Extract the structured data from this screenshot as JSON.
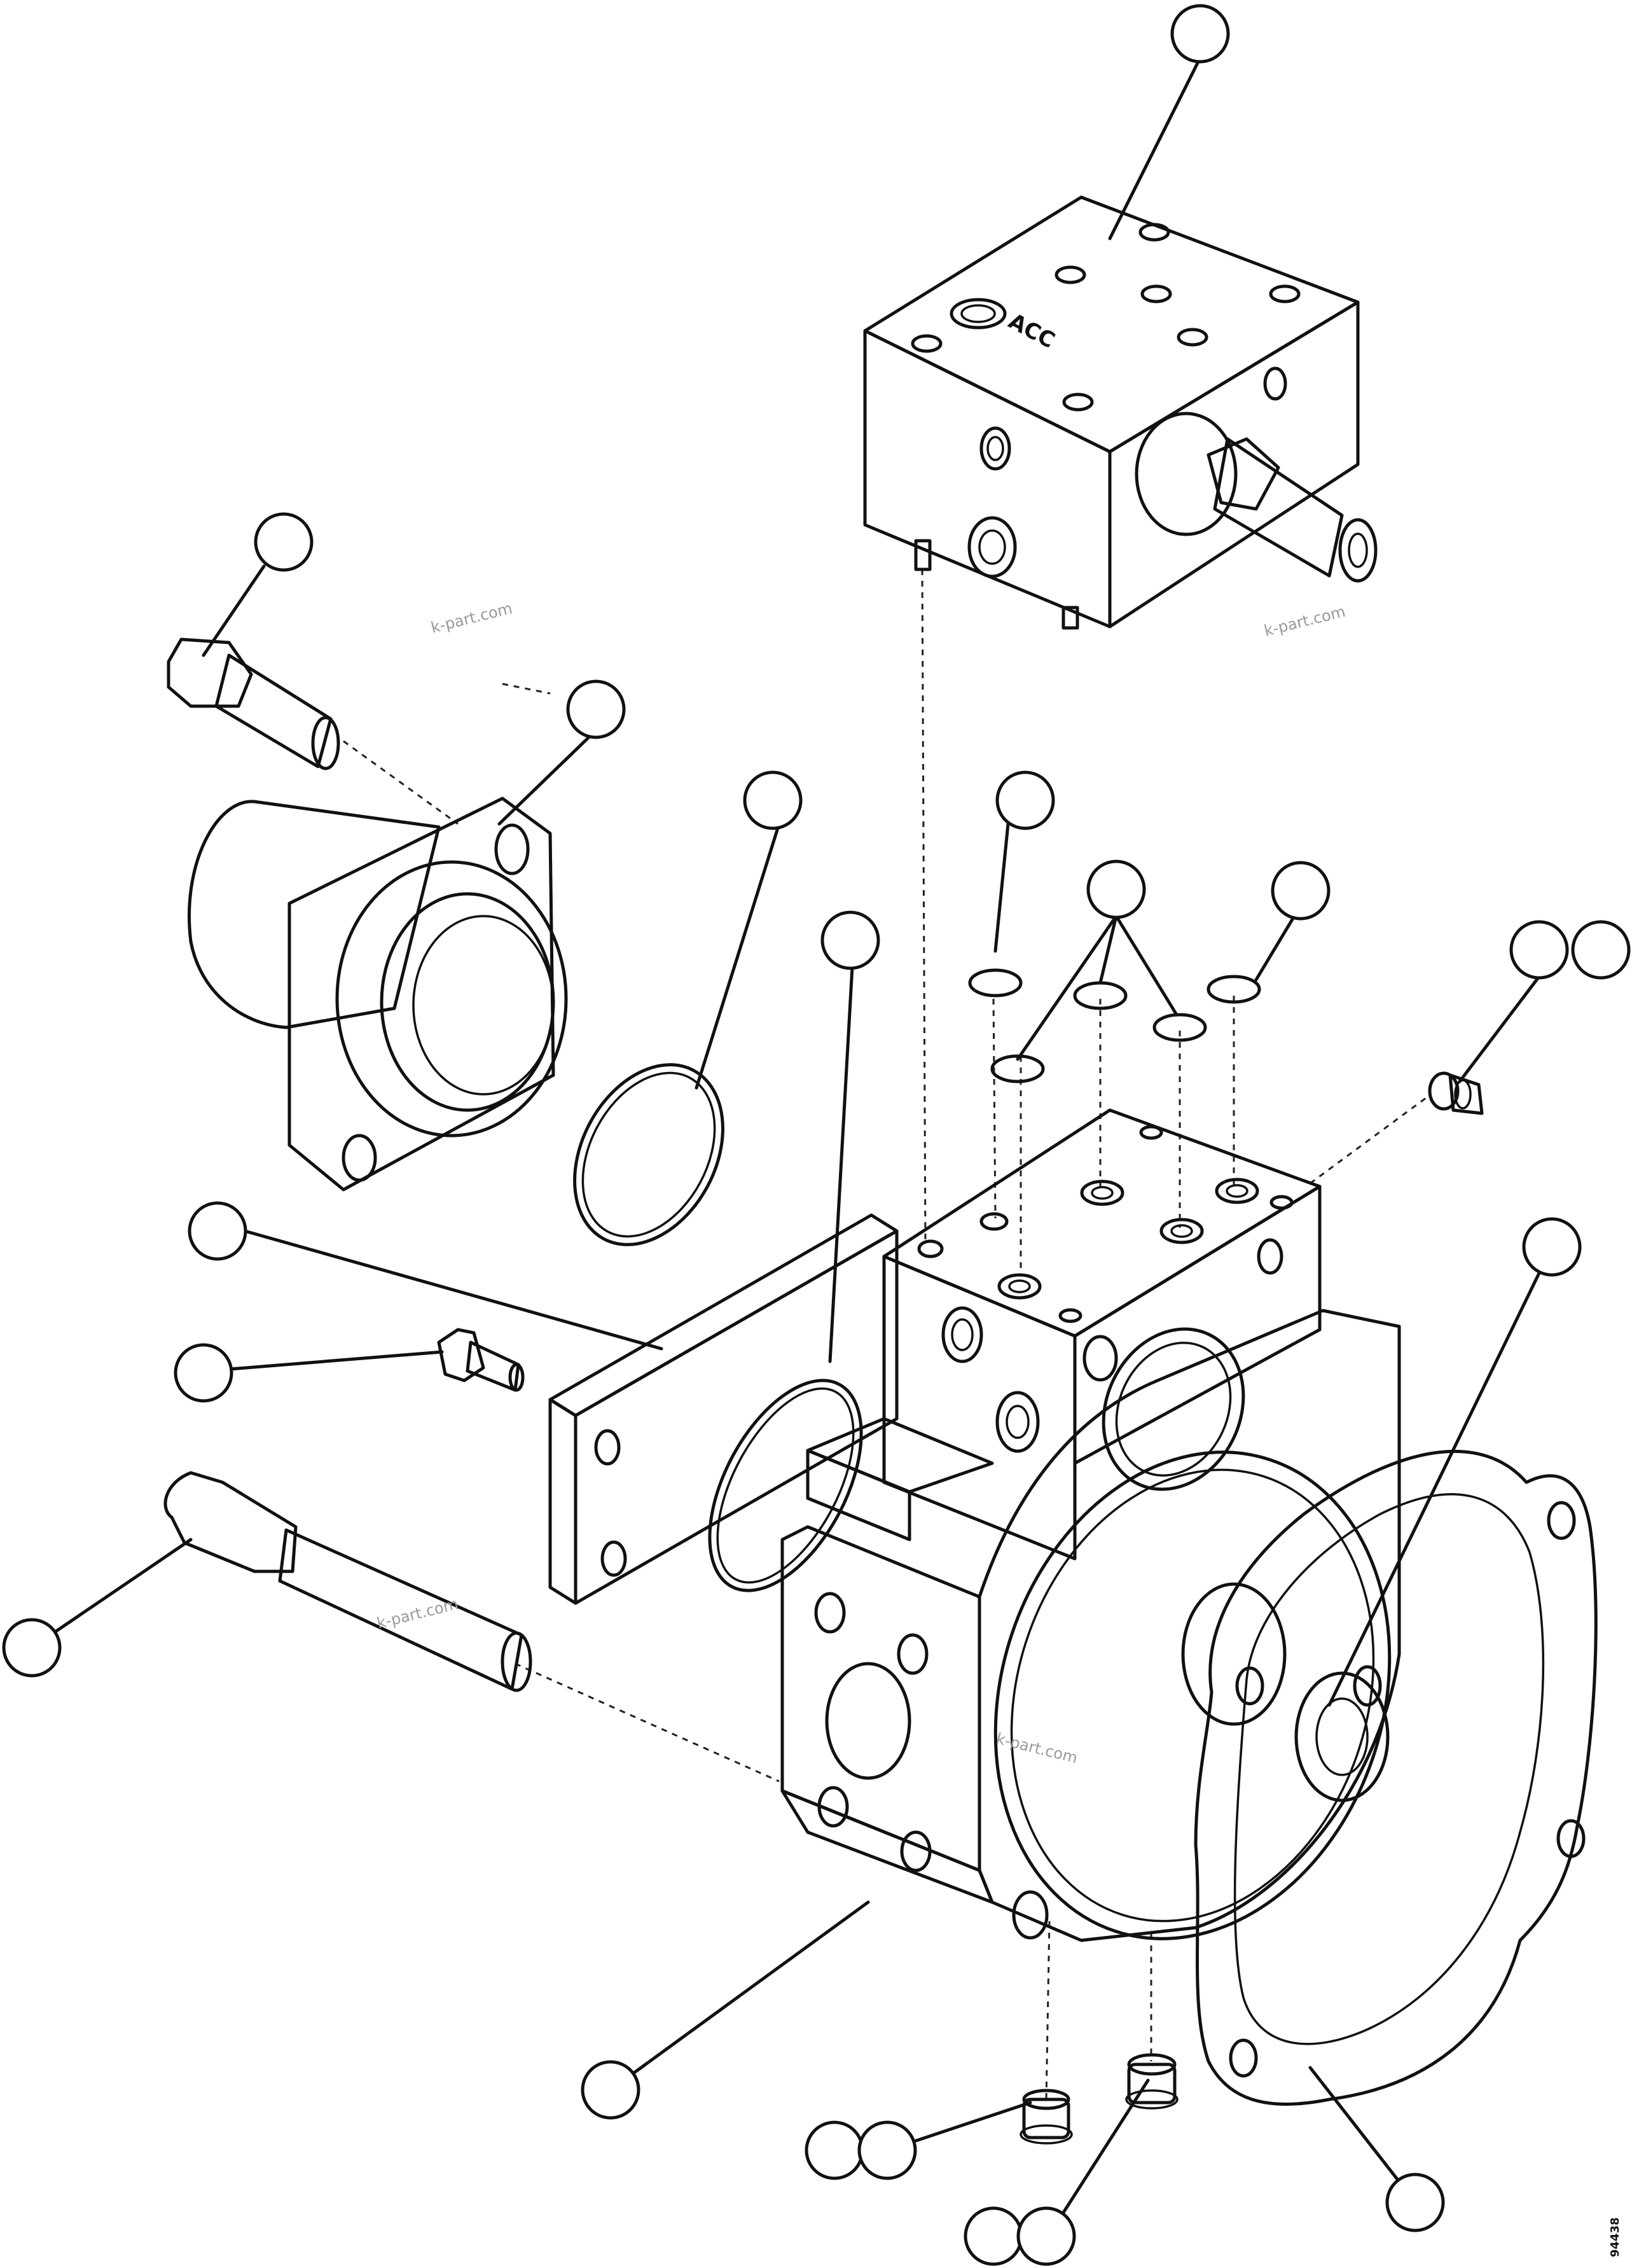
{
  "figure": {
    "block_marking": "ACC",
    "figure_code": "94438",
    "watermarks": [
      "k-part.com",
      "k-part.com",
      "k-part.com",
      "k-part.com"
    ]
  },
  "icons": {
    "callout": "callout-circle-icon",
    "hex_bolt": "hex-bolt-icon",
    "plug": "plug-icon",
    "o_ring": "o-ring-icon"
  }
}
